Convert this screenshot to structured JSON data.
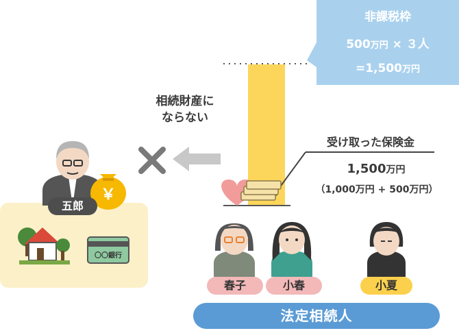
{
  "callout": {
    "title": "非課税枠",
    "amount": "500",
    "amount_unit": "万円",
    "times": "×",
    "heirs": "３人",
    "total_prefix": "=1,500",
    "total_unit": "万円"
  },
  "not_estate": {
    "line1": "相続財産に",
    "line2": "ならない"
  },
  "insurance": {
    "label": "受け取った保険金",
    "amount": "1,500",
    "amount_unit": "万円",
    "breakdown": "（1,000万円 + 500万円）"
  },
  "decedent": {
    "name": "五郎",
    "money_symbol": "￥",
    "bank_label": "〇〇銀行"
  },
  "heirs": [
    {
      "name": "春子"
    },
    {
      "name": "小春"
    },
    {
      "name": "小夏"
    }
  ],
  "heirs_banner": "法定相続人",
  "colors": {
    "callout_bg": "#a9d1ee",
    "bar_yellow": "#fcd55b",
    "panel_bg": "#fcf0c9",
    "banner_blue": "#5b9bd5",
    "pill_pink": "#f3b8b8",
    "pill_yellow": "#fbd04c"
  }
}
